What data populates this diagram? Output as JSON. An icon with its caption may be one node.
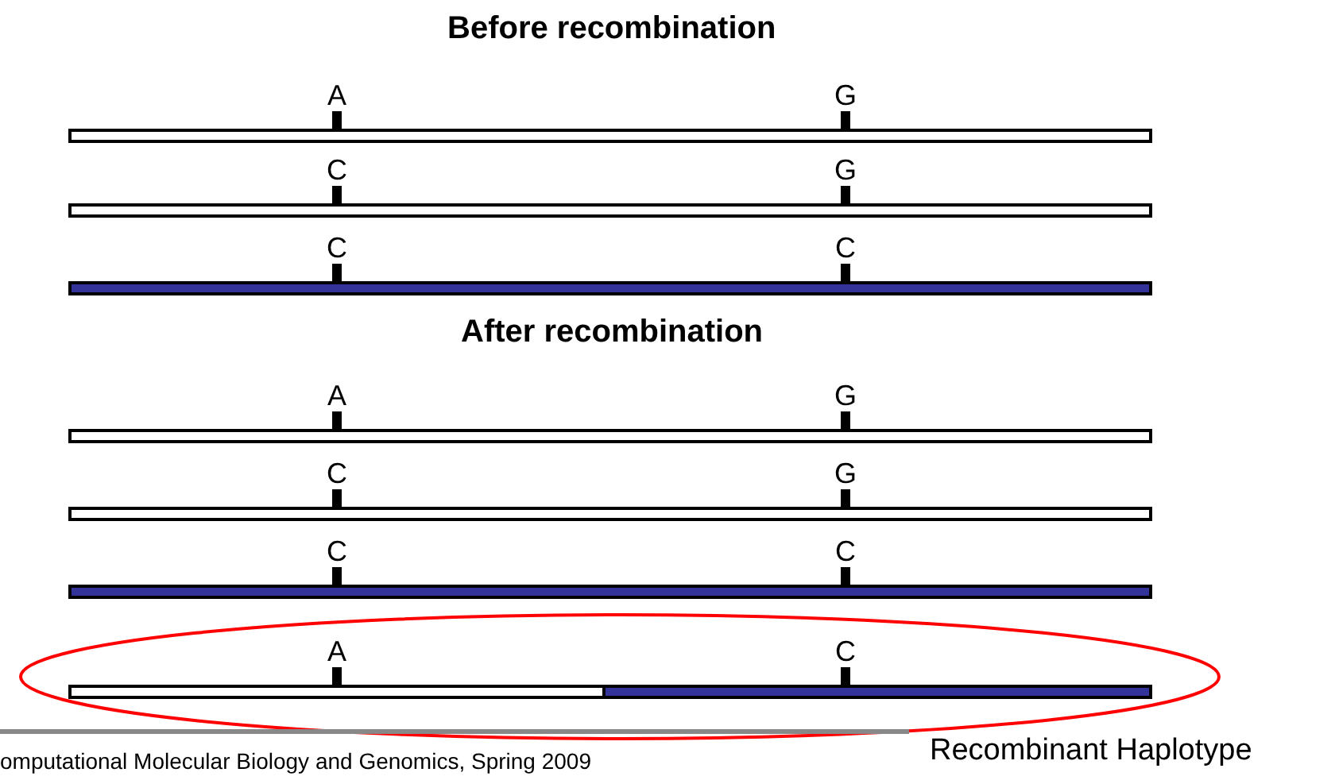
{
  "diagram": {
    "labels": [
      "Before recombination",
      "A",
      "G",
      "C",
      "G",
      "C",
      "C",
      "After recombination",
      "A",
      "G",
      "C",
      "G",
      "C",
      "C",
      "A",
      "C",
      "omputational Molecular Biology and Genomics, Spring 2009",
      "Recombinant Haplotype"
    ]
  }
}
